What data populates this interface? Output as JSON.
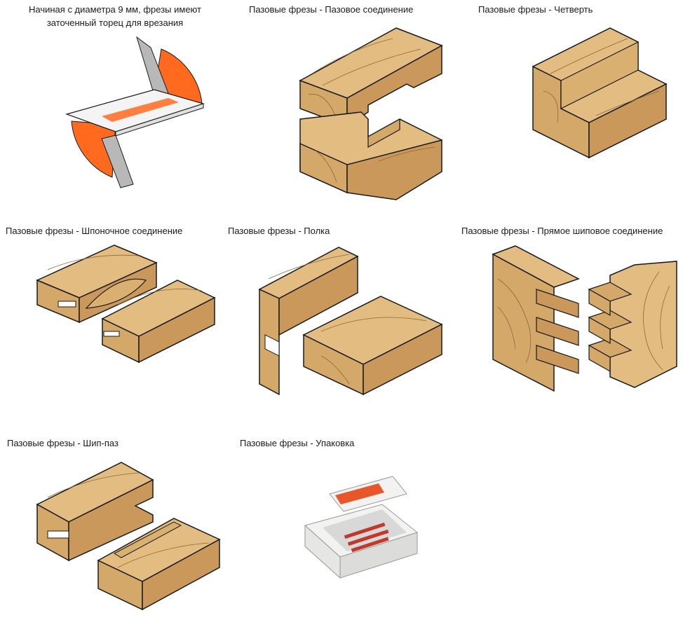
{
  "colors": {
    "wood": "#e3bc82",
    "wood_shade": "#d4a868",
    "wood_dark": "#c9985a",
    "outline": "#1a1a1a",
    "grain": "#8a6a3a",
    "cutter_orange": "#ff6a1f",
    "cutter_steel": "#b8b8b8",
    "box_white": "#f2f2f0",
    "label_orange": "#e8572a"
  },
  "panels": [
    {
      "id": "cutter",
      "caption_line1": "Начиная с диаметра 9 мм, фрезы имеют",
      "caption_line2": "заточенный торец для врезания",
      "icon": "cutter-icon"
    },
    {
      "id": "groove",
      "caption": "Пазовые фрезы - Пазовое соединение",
      "icon": "groove-joint-icon"
    },
    {
      "id": "rabbet",
      "caption": "Пазовые фрезы - Четверть",
      "icon": "rabbet-joint-icon"
    },
    {
      "id": "spline",
      "caption": "Пазовые фрезы - Шпоночное соединение",
      "icon": "spline-joint-icon"
    },
    {
      "id": "shelf",
      "caption": "Пазовые фрезы - Полка",
      "icon": "shelf-joint-icon"
    },
    {
      "id": "finger",
      "caption": "Пазовые фрезы - Прямое шиповое соединение",
      "icon": "finger-joint-icon"
    },
    {
      "id": "tongue",
      "caption": "Пазовые фрезы - Шип-паз",
      "icon": "tongue-groove-icon"
    },
    {
      "id": "package",
      "caption": "Пазовые фрезы - Упаковка",
      "icon": "package-box-icon"
    }
  ]
}
